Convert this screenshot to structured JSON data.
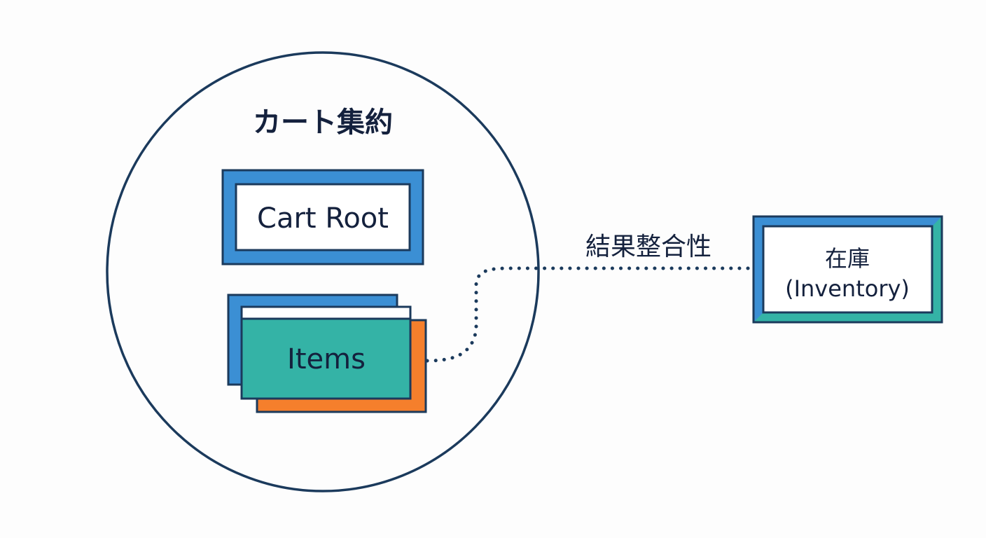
{
  "aggregate": {
    "title": "カート集約",
    "root_label": "Cart Root",
    "items_label": "Items"
  },
  "relation": {
    "label": "結果整合性",
    "style": "dotted"
  },
  "inventory": {
    "line1": "在庫",
    "line2": "(Inventory)"
  },
  "colors": {
    "outline": "#1b3a5c",
    "blue": "#3b8fd4",
    "teal": "#34b3a6",
    "orange": "#f57f2c",
    "text": "#14213d",
    "background": "#fdfdfd"
  }
}
